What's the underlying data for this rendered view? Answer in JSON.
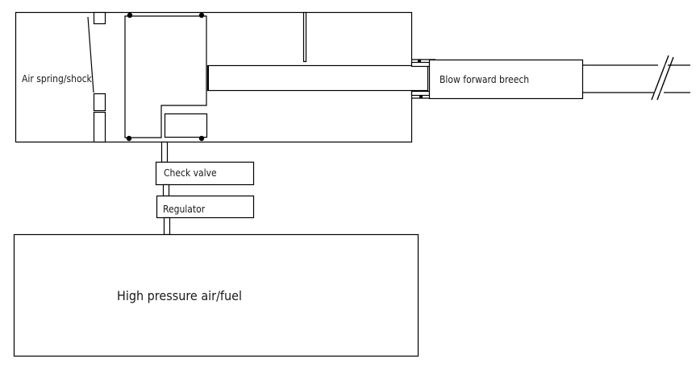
{
  "diagram": {
    "title": "",
    "labels": {
      "air_spring": "Air spring/shock",
      "breech": "Blow forward breech",
      "check_valve": "Check valve",
      "regulator": "Regulator",
      "reservoir": "High pressure air/fuel"
    },
    "colors": {
      "stroke": "#000000",
      "background": "#ffffff",
      "text": "#1a1a1a"
    }
  }
}
